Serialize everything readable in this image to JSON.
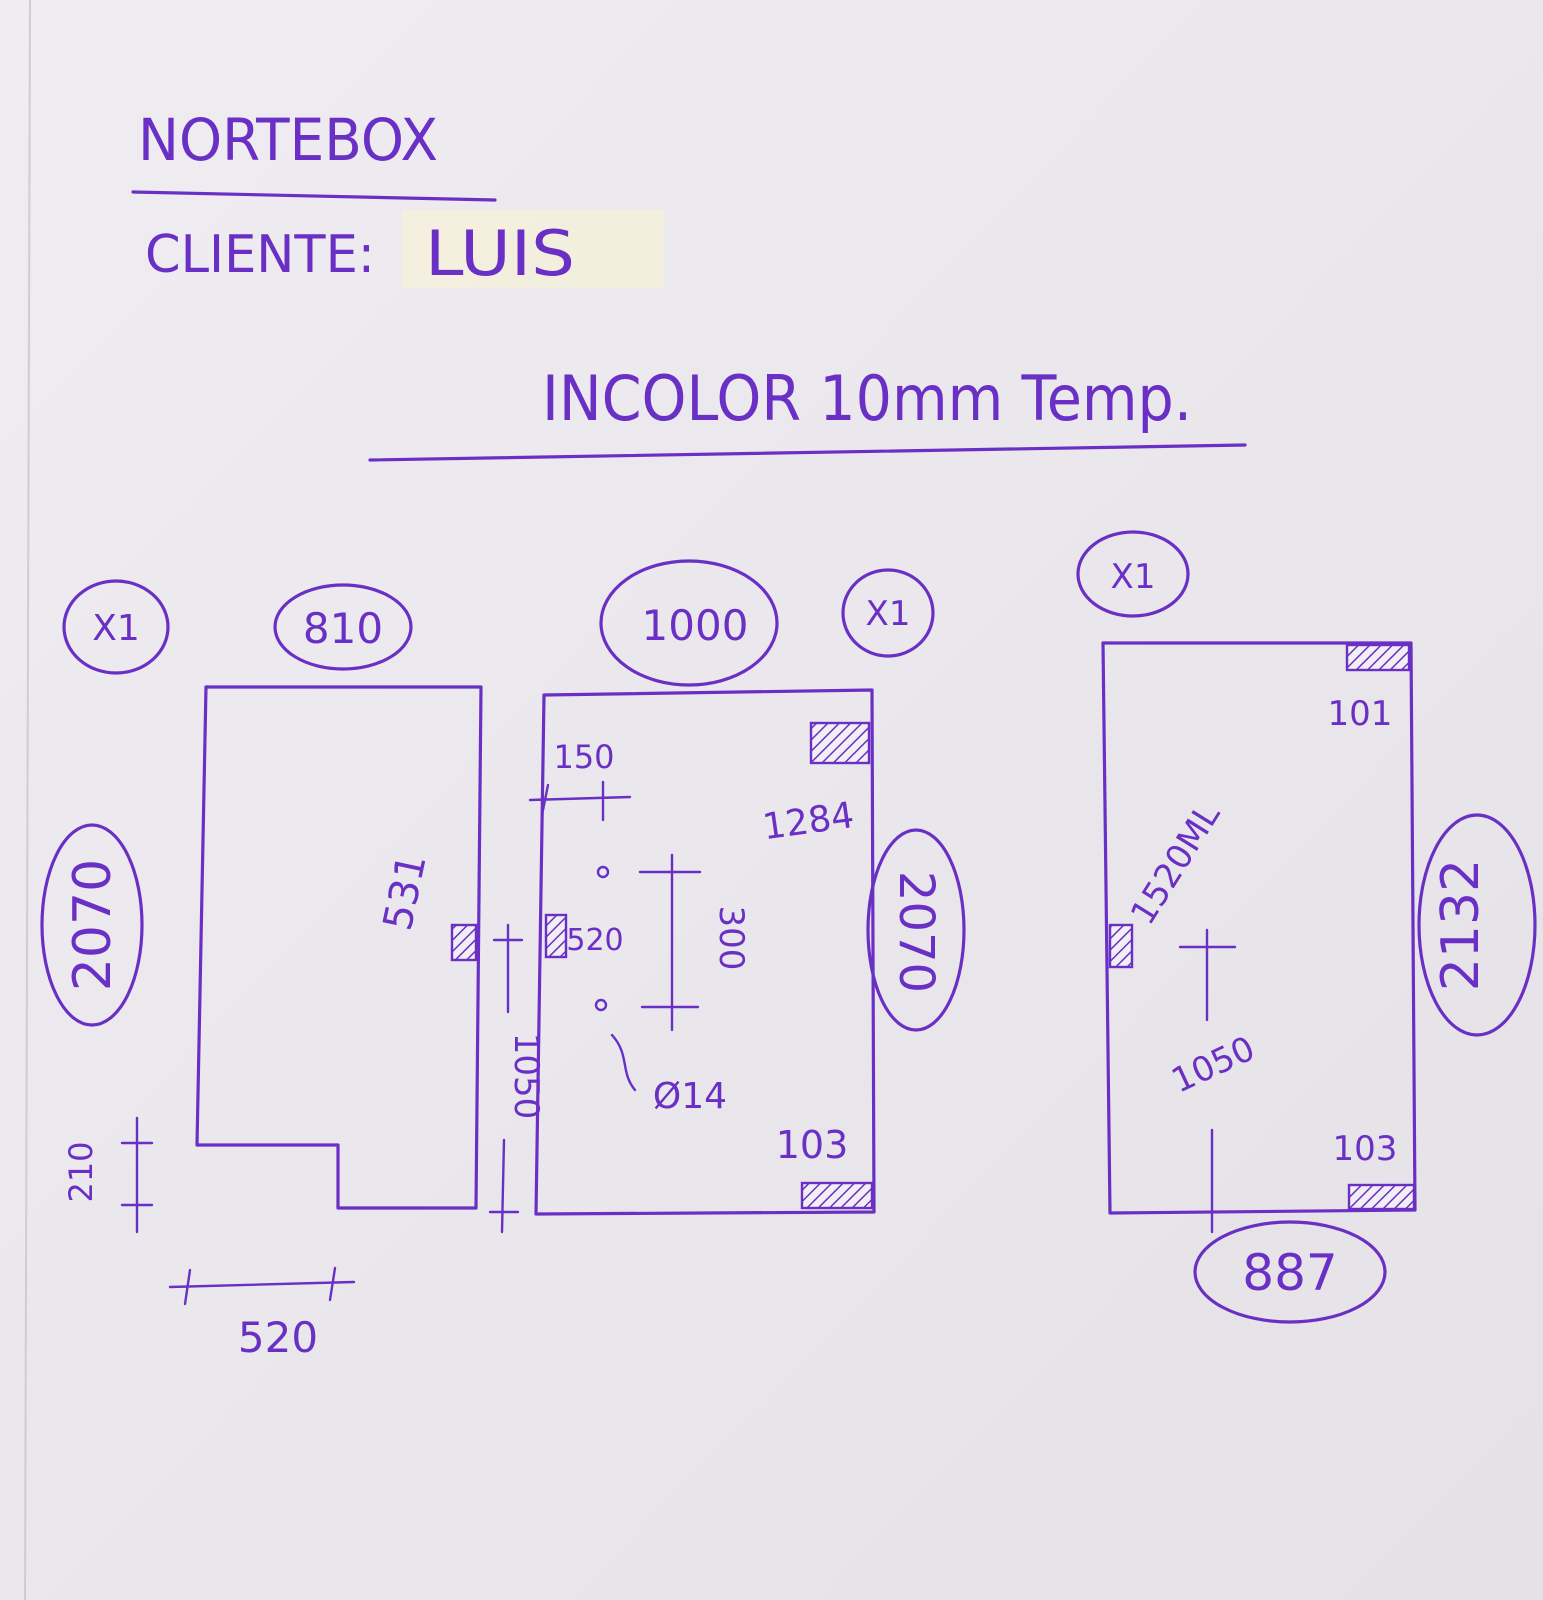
{
  "header": {
    "company": "NORTEBOX",
    "client_label": "CLIENTE:",
    "client_name": "LUIS",
    "glass_spec": "INCOLOR 10mm Temp."
  },
  "panels": [
    {
      "quantity": "X1",
      "width": "810",
      "height": "2070",
      "side_mark": "531",
      "notch_height": "210",
      "notch_width": "520",
      "handle_height": "1050"
    },
    {
      "quantity": "X1",
      "width": "1000",
      "height": "2070",
      "edge_offset": "150",
      "top_hinge": "1284",
      "bottom_hinge": "103",
      "side_mark": "520",
      "hole_spacing": "300",
      "hole_diameter": "Ø14"
    },
    {
      "quantity": "X1",
      "width": "887",
      "height": "2132",
      "top_hinge": "101",
      "side_mark": "1520ML",
      "handle_height": "1050",
      "bottom_hinge": "103"
    }
  ]
}
